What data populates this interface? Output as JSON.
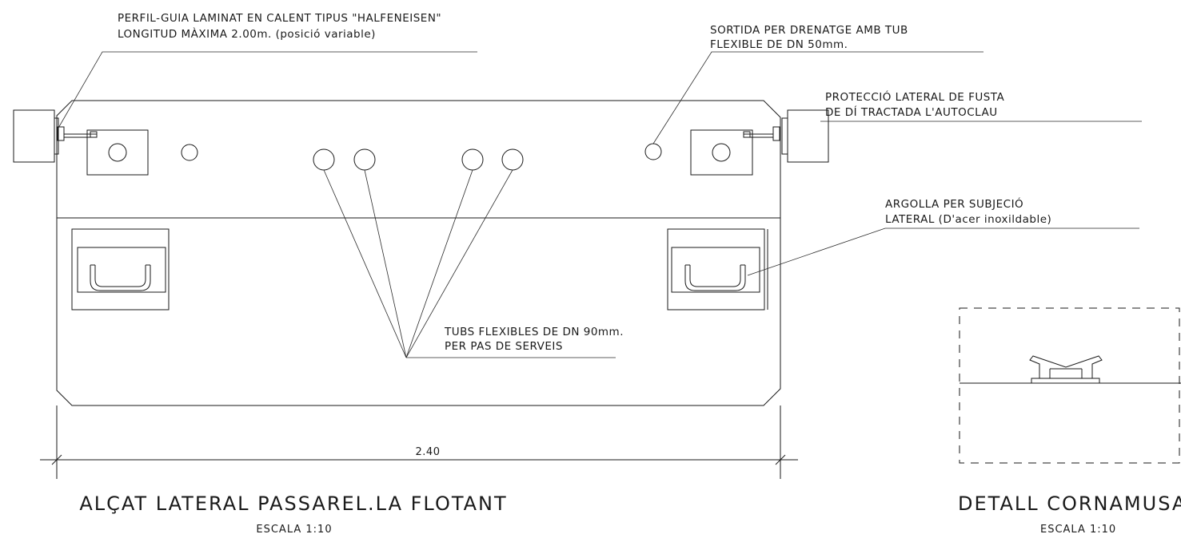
{
  "annotations": {
    "perfil_guia": {
      "line1": "PERFIL-GUIA LAMINAT EN CALENT TIPUS \"HALFENEISEN\"",
      "line2": "LONGITUD MÀXIMA 2.00m. (posició variable)"
    },
    "sortida_drenatge": {
      "line1": "SORTIDA PER DRENATGE AMB TUB",
      "line2": "FLEXIBLE DE DN 50mm."
    },
    "proteccio_lateral": {
      "line1": "PROTECCIÓ LATERAL DE FUSTA",
      "line2": "DE DÍ TRACTADA L'AUTOCLAU"
    },
    "argolla": {
      "line1": "ARGOLLA PER SUBJECIÓ",
      "line2": "LATERAL (D'acer inoxildable)"
    },
    "tubs_flexibles": {
      "line1": "TUBS FLEXIBLES DE DN 90mm.",
      "line2": "PER PAS DE SERVEIS"
    }
  },
  "dimension": "2.40",
  "views": {
    "main": {
      "title": "ALÇAT LATERAL PASSAREL.LA FLOTANT",
      "scale": "ESCALA 1:10"
    },
    "detail": {
      "title": "DETALL CORNAMUSA",
      "scale": "ESCALA 1:10"
    }
  }
}
